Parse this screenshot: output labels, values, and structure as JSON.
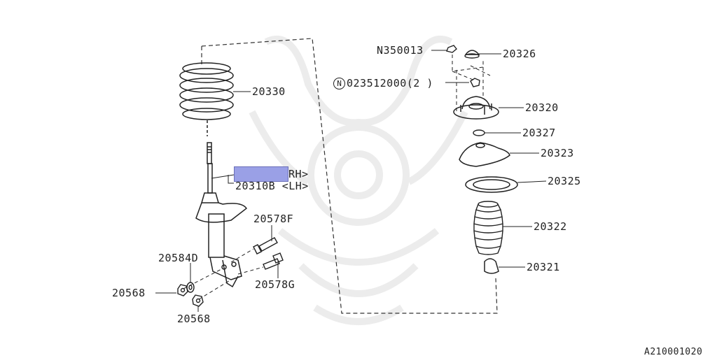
{
  "diagram": {
    "callouts": {
      "n350013": "N350013",
      "p20326": "20326",
      "circled_n": "N",
      "p023512000": "023512000(2 )",
      "p20320": "20320",
      "p20330": "20330",
      "p20327": "20327",
      "p20323": "20323",
      "rh": "RH>",
      "p20310b_lh": "20310B <LH>",
      "p20325": "20325",
      "p20578f": "20578F",
      "p20322": "20322",
      "p20584d": "20584D",
      "p20321": "20321",
      "p20578g": "20578G",
      "p20568_a": "20568",
      "p20568_b": "20568"
    },
    "illustration_id": "A210001020",
    "highlight_color": "#9aa0e6"
  }
}
